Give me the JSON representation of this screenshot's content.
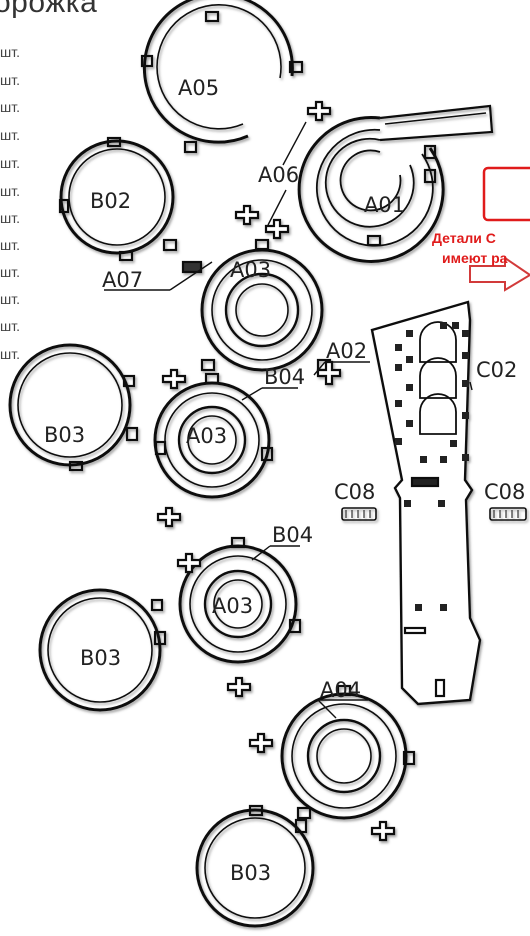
{
  "title": "орожка",
  "quantities": [
    "шт.",
    "шт.",
    "шт.",
    "шт.",
    "шт.",
    "шт.",
    "шт.",
    "шт.",
    "шт.",
    "шт.",
    "шт.",
    "шт."
  ],
  "note": {
    "line1": "Детали С",
    "line2": "имеют ра",
    "color": "#e01b1b"
  },
  "parts": {
    "a05": "A05",
    "a06": "A06",
    "a01": "A01",
    "b02": "B02",
    "a07": "A07",
    "a03_top": "A03",
    "a02": "A02",
    "c02": "C02",
    "b03_left": "B03",
    "b04_top": "B04",
    "a03_mid": "A03",
    "c08_left": "C08",
    "c08_right": "C08",
    "b04_mid": "B04",
    "a03_low": "A03",
    "b03_mid": "B03",
    "a04": "A04",
    "b03_bottom": "B03"
  }
}
